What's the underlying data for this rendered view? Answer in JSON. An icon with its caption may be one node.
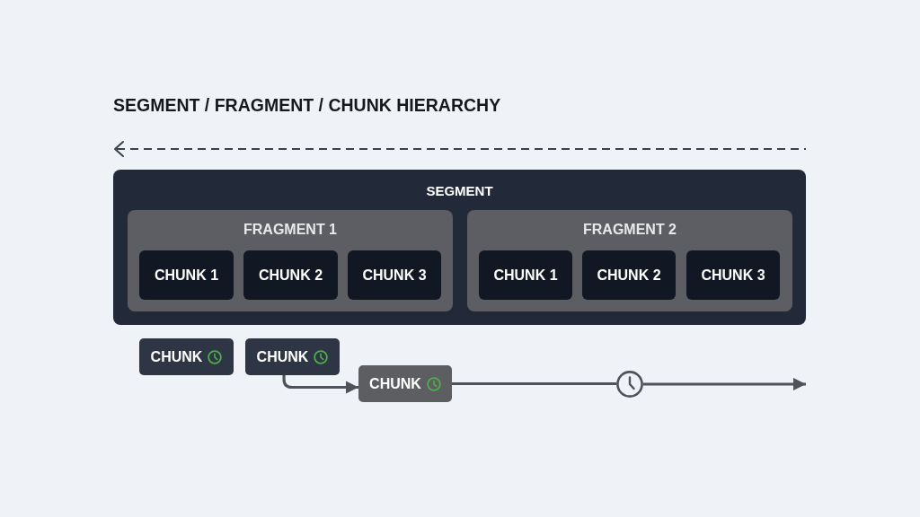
{
  "diagram": {
    "title": "SEGMENT / FRAGMENT / CHUNK HIERARCHY",
    "nodes": [
      {
        "text": [
          "SEGMENT"
        ]
      },
      {
        "text": [
          "FRAGMENT 1"
        ],
        "in": 0
      },
      {
        "text": [
          "CHUNK 1"
        ],
        "in": 1
      },
      {
        "text": [
          "CHUNK 2"
        ],
        "in": 1
      },
      {
        "text": [
          "CHUNK 3"
        ],
        "in": 1
      },
      {
        "text": [
          "FRAGMENT 2"
        ],
        "in": 0
      },
      {
        "text": [
          "CHUNK 1"
        ],
        "in": 5
      },
      {
        "text": [
          "CHUNK 2"
        ],
        "in": 5
      },
      {
        "text": [
          "CHUNK 3"
        ],
        "in": 5
      },
      {
        "text": [
          "CHUNK"
        ]
      },
      {
        "text": [
          "CHUNK"
        ]
      },
      {
        "text": [
          "CHUNK"
        ]
      },
      {
        "text": [],
        "shape": "circle"
      }
    ],
    "edges": [
      {
        "from": 10,
        "to": 11,
        "arrow": "to"
      },
      {
        "from": 11,
        "to": 12,
        "arrow": "none"
      },
      {
        "from": 12,
        "to": null,
        "arrow": "to"
      }
    ]
  }
}
